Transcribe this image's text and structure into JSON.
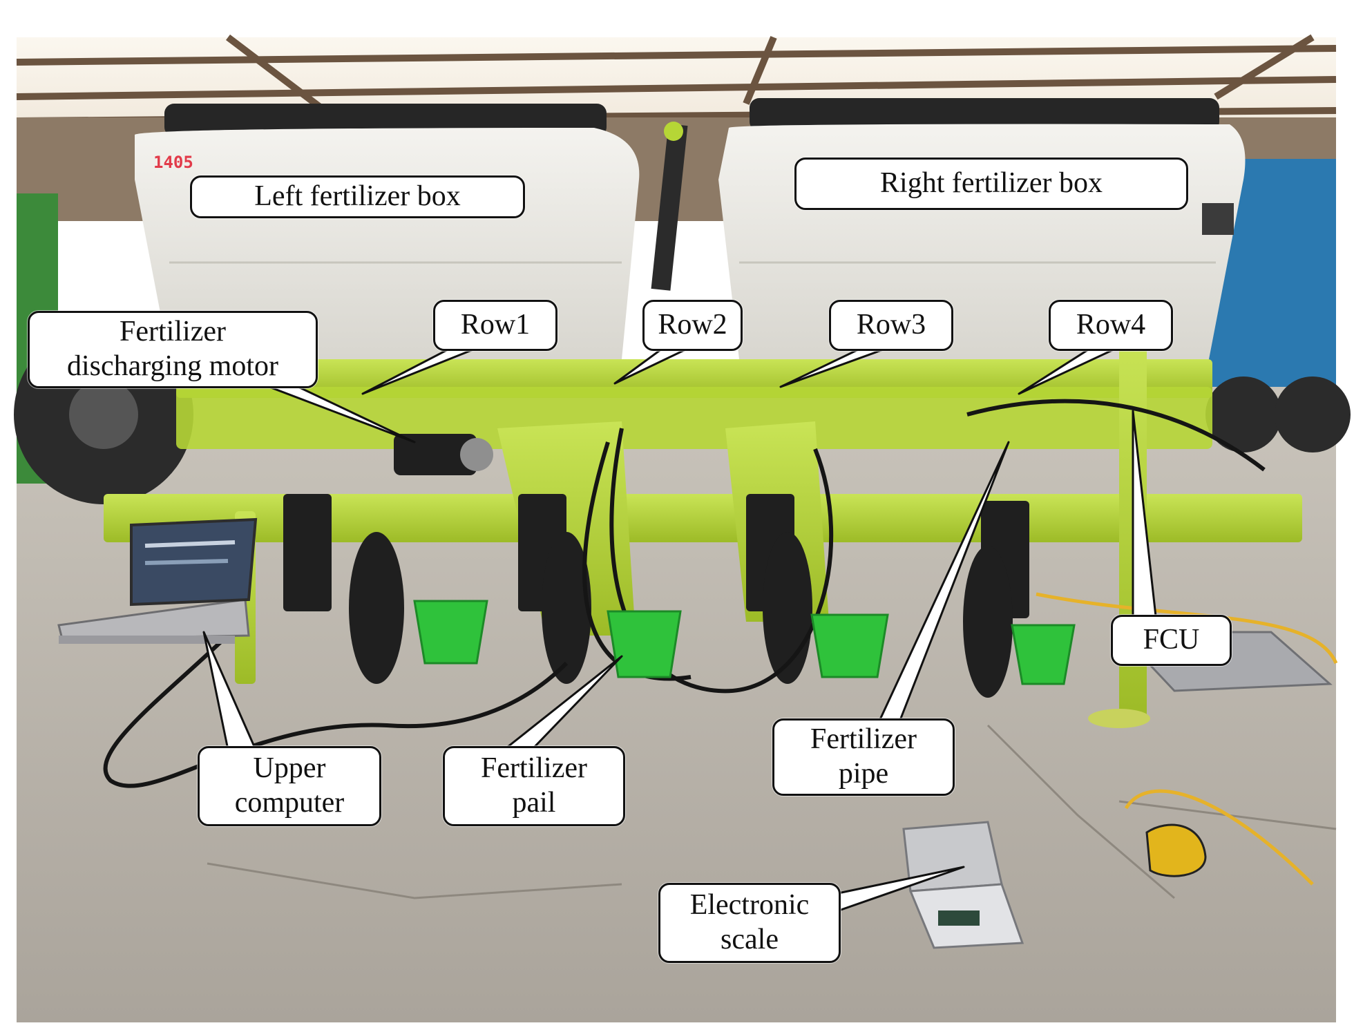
{
  "figure": {
    "machine_number": "1405",
    "colors": {
      "frame": "#b6d636",
      "hopper": "#ecebe6",
      "hopper_lid": "#262626",
      "pail": "#2fc23b",
      "floor": "#b9b4ac",
      "roof_sky": "#f7f1e6",
      "roof_beam": "#5e4a38",
      "truck": "#2b79b0",
      "wheel": "#2a2a2a",
      "cable_yellow": "#e6b22a",
      "callout_border": "#111111"
    }
  },
  "labels": {
    "left_box": "Left fertilizer box",
    "right_box": "Right fertilizer box",
    "motor": "Fertilizer\ndischarging motor",
    "row1": "Row1",
    "row2": "Row2",
    "row3": "Row3",
    "row4": "Row4",
    "fcu": "FCU",
    "upper_computer": "Upper\ncomputer",
    "pail": "Fertilizer\npail",
    "pipe": "Fertilizer\npipe",
    "scale": "Electronic\nscale"
  }
}
